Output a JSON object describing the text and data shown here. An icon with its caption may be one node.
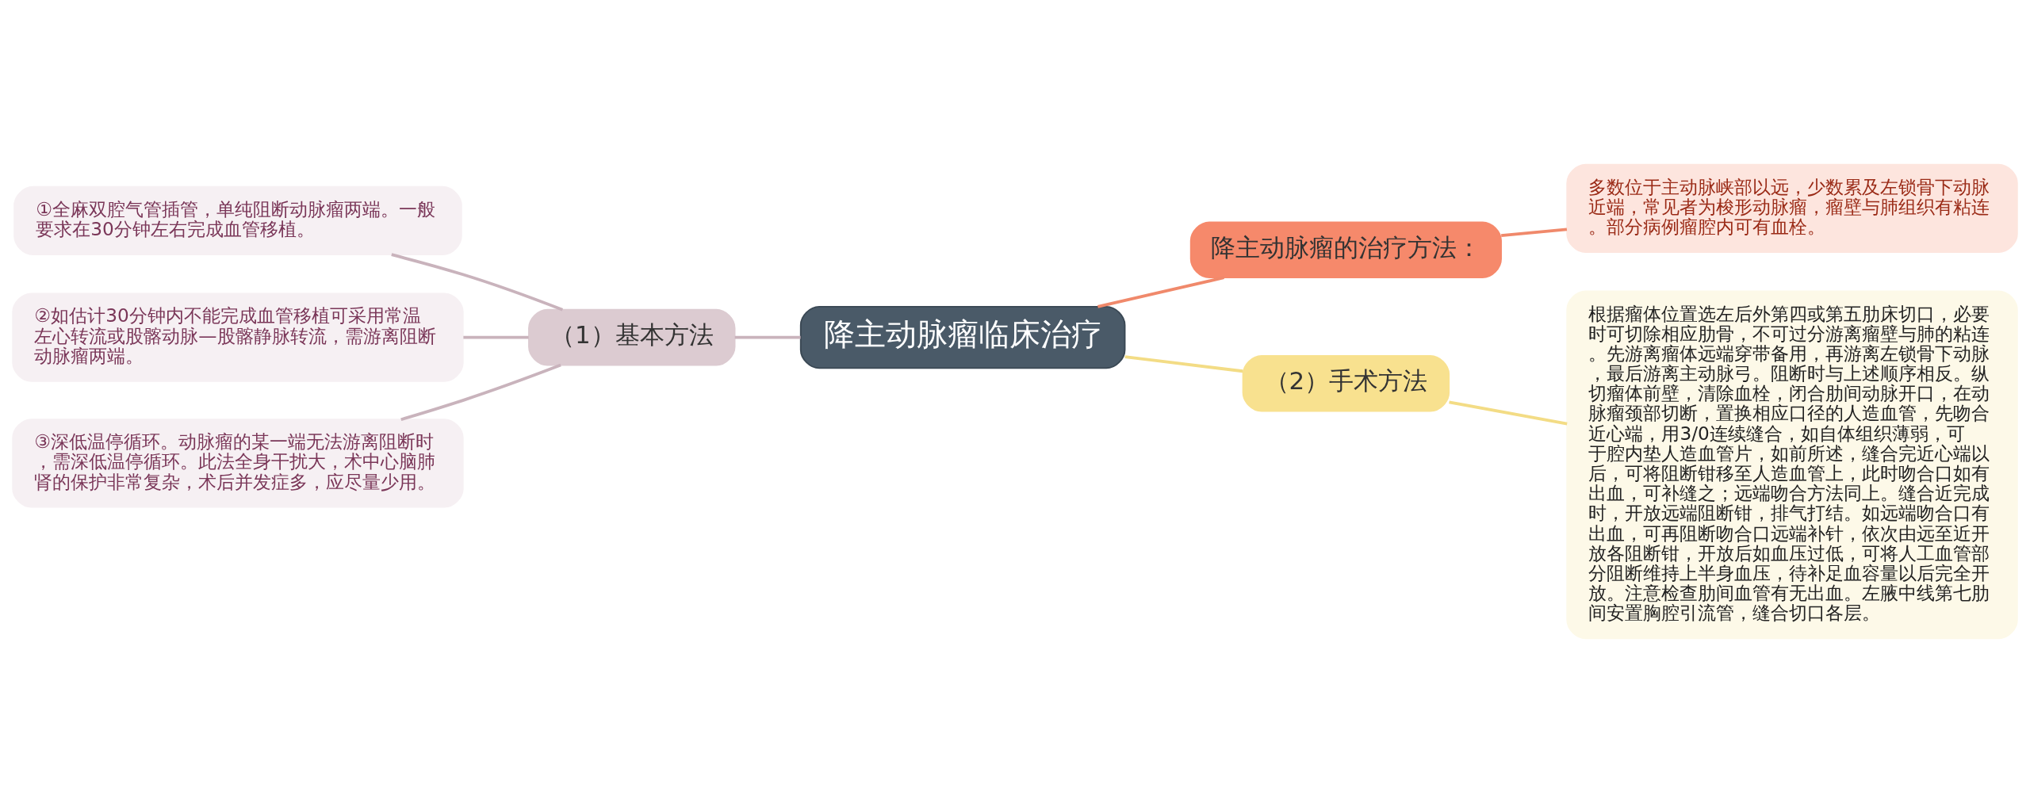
{
  "diagram": {
    "nodes": [
      {
        "text": [
          "降主动脉瘤临床治疗"
        ]
      },
      {
        "text": [
          "（1）基本方法"
        ]
      },
      {
        "text": [
          "①全麻双腔气管插管，单纯阻断动脉瘤两端。一般要求在30分钟左右完成血管移植。"
        ]
      },
      {
        "text": [
          "②如估计30分钟内不能完成血管移植可采用常温左心转流或股髂动脉—股髂静脉转流，需游离阻断动脉瘤两端。"
        ]
      },
      {
        "text": [
          "③深低温停循环。动脉瘤的某一端无法游离阻断时，需深低温停循环。此法全身干扰大，术中心脑肺肾的保护非常复杂，术后并发症多，应尽量少用。"
        ]
      },
      {
        "text": [
          "降主动脉瘤的治疗方法："
        ]
      },
      {
        "text": [
          "多数位于主动脉峡部以远，少数累及左锁骨下动脉近端，常见者为梭形动脉瘤，瘤壁与肺组织有粘连。部分病例瘤腔内可有血栓。"
        ]
      },
      {
        "text": [
          "（2）手术方法"
        ]
      },
      {
        "text": [
          "根据瘤体位置选左后外第四或第五肋床切口，必要时可切除相应肋骨，不可过分游离瘤壁与肺的粘连。先游离瘤体远端穿带备用，再游离左锁骨下动脉，最后游离主动脉弓。阻断时与上述顺序相反。纵切瘤体前壁，清除血栓，闭合肋间动脉开口，在动脉瘤颈部切断，置换相应口径的人造血管，先吻合近心端，用3/0连续缝合，如自体组织薄弱，可于腔内垫人造血管片，如前所述，缝合完近心端以后，可将阻断钳移至人造血管上，此时吻合口如有出血，可补缝之；远端吻合方法同上。缝合近完成时，开放远端阻断钳，排气打结。如远端吻合口有出血，可再阻断吻合口远端补针，依次由远至近开放各阻断钳，开放后如血压过低，可将人工血管部分阻断维持上半身血压，待补足血容量以后完全开放。注意检查肋间血管有无出血。左腋中线第七肋间安置胸腔引流管，缝合切口各层。"
        ]
      }
    ],
    "edges": [
      {
        "from": 1,
        "to": 0,
        "arrow": "none",
        "color": "#c9b3bc"
      },
      {
        "from": 2,
        "to": 1,
        "arrow": "none",
        "color": "#c9b3bc"
      },
      {
        "from": 3,
        "to": 1,
        "arrow": "none",
        "color": "#c9b3bc"
      },
      {
        "from": 4,
        "to": 1,
        "arrow": "none",
        "color": "#c9b3bc"
      },
      {
        "from": 0,
        "to": 5,
        "arrow": "none",
        "color": "#f0896b"
      },
      {
        "from": 5,
        "to": 6,
        "arrow": "none",
        "color": "#f0896b"
      },
      {
        "from": 0,
        "to": 7,
        "arrow": "none",
        "color": "#f3dc85"
      },
      {
        "from": 7,
        "to": 8,
        "arrow": "none",
        "color": "#f3dc85"
      }
    ]
  }
}
